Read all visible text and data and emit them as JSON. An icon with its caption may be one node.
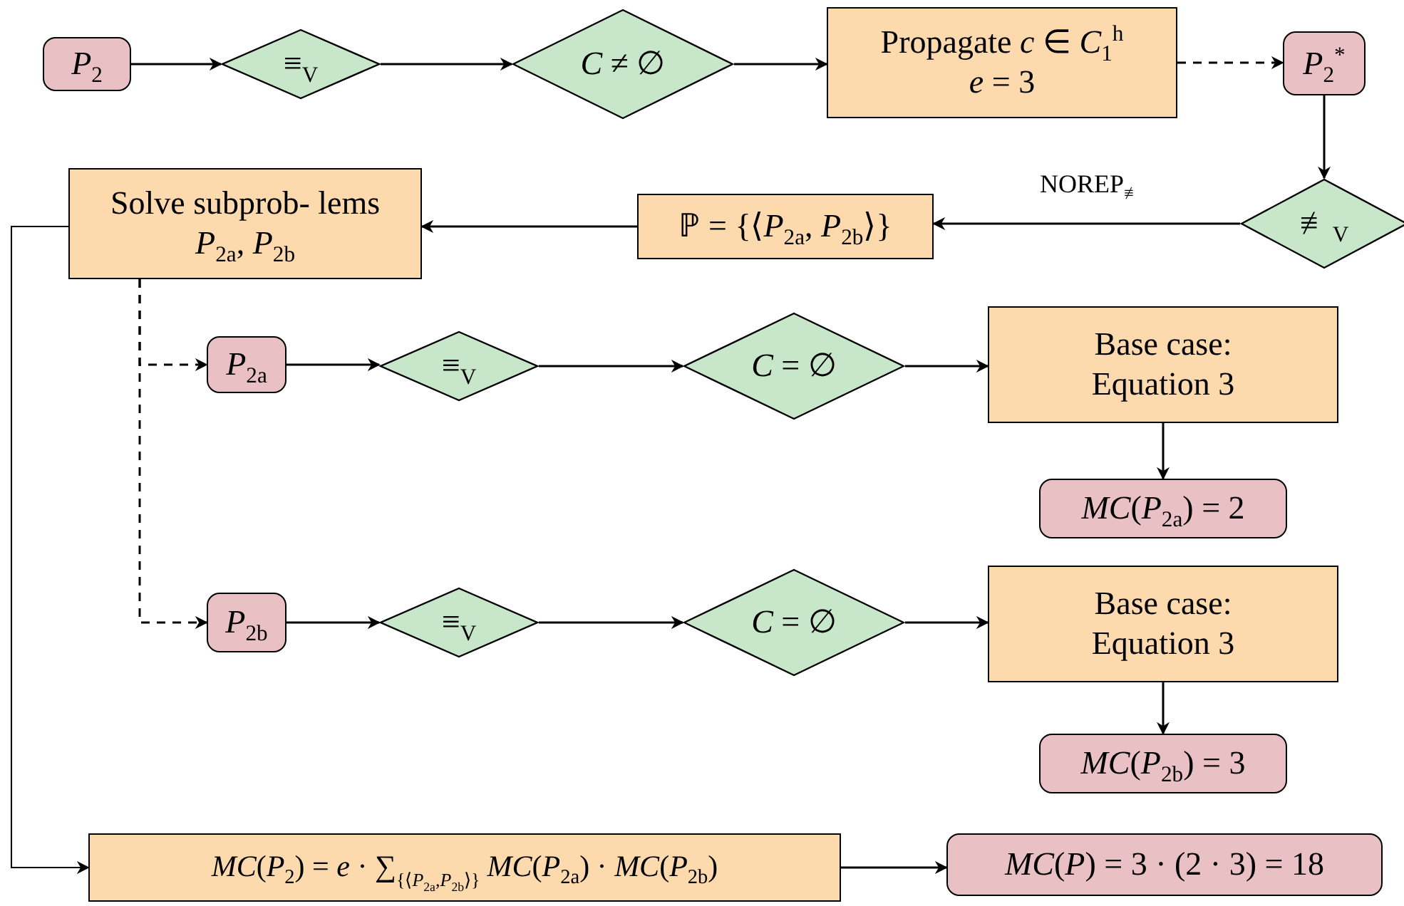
{
  "diagram": {
    "nodes": [
      {
        "text": [
          "*P*$_{2}$"
        ]
      },
      {
        "text": [
          "≡$_{V}$"
        ]
      },
      {
        "text": [
          "*C* ≠ ∅"
        ]
      },
      {
        "text": [
          "Propagate *c* ∈ *C*$_{1}$$^{h}$",
          "*e* = 3"
        ]
      },
      {
        "text": [
          "*P*$_{2}$$^{*}$"
        ]
      },
      {
        "text": [
          "≢$_{V}$"
        ]
      },
      {
        "text": [
          "ℙ = {⟨*P*$_{2a}$, *P*$_{2b}$⟩}"
        ]
      },
      {
        "text": [
          "Solve subprob- lems *P*$_{2a}$, *P*$_{2b}$"
        ]
      },
      {
        "text": [
          "*P*$_{2a}$"
        ]
      },
      {
        "text": [
          "≡$_{V}$"
        ]
      },
      {
        "text": [
          "*C* = ∅"
        ]
      },
      {
        "text": [
          "Base case: Equation 3"
        ]
      },
      {
        "text": [
          "*MC*(*P*$_{2a}$) = 2"
        ]
      },
      {
        "text": [
          "*P*$_{2b}$"
        ]
      },
      {
        "text": [
          "≡$_{V}$"
        ]
      },
      {
        "text": [
          "*C* = ∅"
        ]
      },
      {
        "text": [
          "Base case: Equation 3"
        ]
      },
      {
        "text": [
          "*MC*(*P*$_{2b}$) = 3"
        ]
      },
      {
        "text": [
          "*MC*(*P*$_{2}$) = *e* · ∑",
          "{⟨*P*$_{2a}$,*P*$_{2b}$⟩}",
          "*MC*(*P*$_{2a}$) · *MC*(*P*$_{2b}$)"
        ]
      },
      {
        "text": [
          "*MC*(*P*) = 3 · (2 · 3) = 18"
        ]
      }
    ],
    "edges": [
      {
        "from": 0,
        "to": 1,
        "arrow": "to"
      },
      {
        "from": 1,
        "to": 2,
        "arrow": "to"
      },
      {
        "from": 2,
        "to": 3,
        "arrow": "to"
      },
      {
        "from": 3,
        "to": 4,
        "arrow": "to",
        "style": "dashed"
      },
      {
        "from": 4,
        "to": 5,
        "arrow": "to"
      },
      {
        "from": 5,
        "to": 6,
        "arrow": "to",
        "label": "NOREP$_{≢}$"
      },
      {
        "from": 6,
        "to": 7,
        "arrow": "to"
      },
      {
        "from": 7,
        "to": 8,
        "arrow": "to",
        "style": "dashed"
      },
      {
        "from": 7,
        "to": 13,
        "arrow": "to",
        "style": "dashed"
      },
      {
        "from": 8,
        "to": 9,
        "arrow": "to"
      },
      {
        "from": 9,
        "to": 10,
        "arrow": "to"
      },
      {
        "from": 10,
        "to": 11,
        "arrow": "to"
      },
      {
        "from": 11,
        "to": 12,
        "arrow": "to"
      },
      {
        "from": 13,
        "to": 14,
        "arrow": "to"
      },
      {
        "from": 14,
        "to": 15,
        "arrow": "to"
      },
      {
        "from": 15,
        "to": 16,
        "arrow": "to"
      },
      {
        "from": 16,
        "to": 17,
        "arrow": "to"
      },
      {
        "from": 7,
        "to": 18,
        "arrow": "to"
      },
      {
        "from": 18,
        "to": 19,
        "arrow": "to"
      }
    ]
  }
}
